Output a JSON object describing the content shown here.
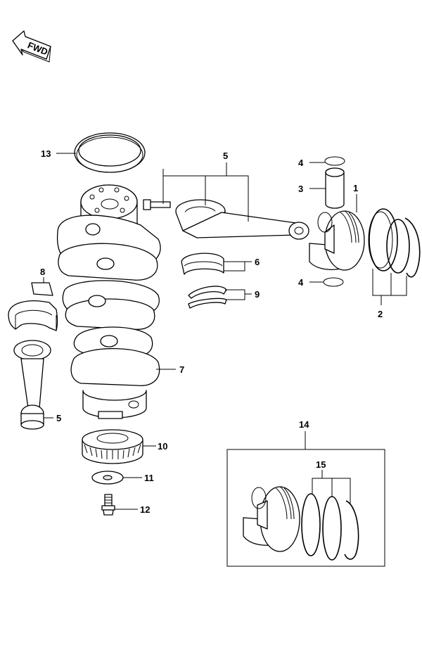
{
  "fwd_label": "FWD",
  "callouts": {
    "c1": "1",
    "c2": "2",
    "c3": "3",
    "c4a": "4",
    "c4b": "4",
    "c5a": "5",
    "c5b": "5",
    "c6": "6",
    "c7": "7",
    "c8": "8",
    "c9": "9",
    "c10": "10",
    "c11": "11",
    "c12": "12",
    "c13": "13",
    "c14": "14",
    "c15": "15"
  },
  "parts": {
    "piston": "piston",
    "piston_rings": "piston-rings",
    "piston_pin": "piston-pin",
    "pin_circlip": "circlip",
    "connecting_rod": "connecting-rod",
    "conrod_bearing": "conrod-bearing",
    "crankshaft": "crankshaft",
    "main_bearing": "main-bearing",
    "thrust_bearing": "thrust-bearing",
    "crank_gear": "crankshaft-gear",
    "washer": "washer",
    "bolt": "bolt",
    "oil_seal": "oil-seal",
    "piston_set": "piston-set",
    "ring_set": "ring-set"
  }
}
